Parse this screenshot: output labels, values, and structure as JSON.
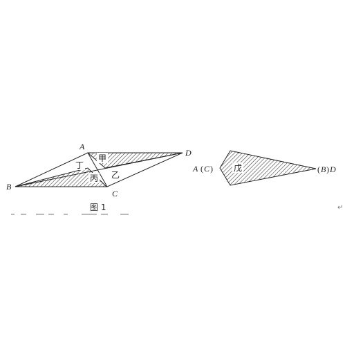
{
  "figure1": {
    "points": {
      "A": "A",
      "B": "B",
      "C": "C",
      "D": "D"
    },
    "regions": {
      "jia": "甲",
      "yi": "乙",
      "bing": "丙",
      "ding": "丁"
    },
    "caption": "图 1"
  },
  "figure2": {
    "left_point": "A",
    "left_paren_point": "C",
    "right_paren_point": "B",
    "right_point": "D",
    "region": "戊"
  },
  "paragraph_mark": "↵"
}
